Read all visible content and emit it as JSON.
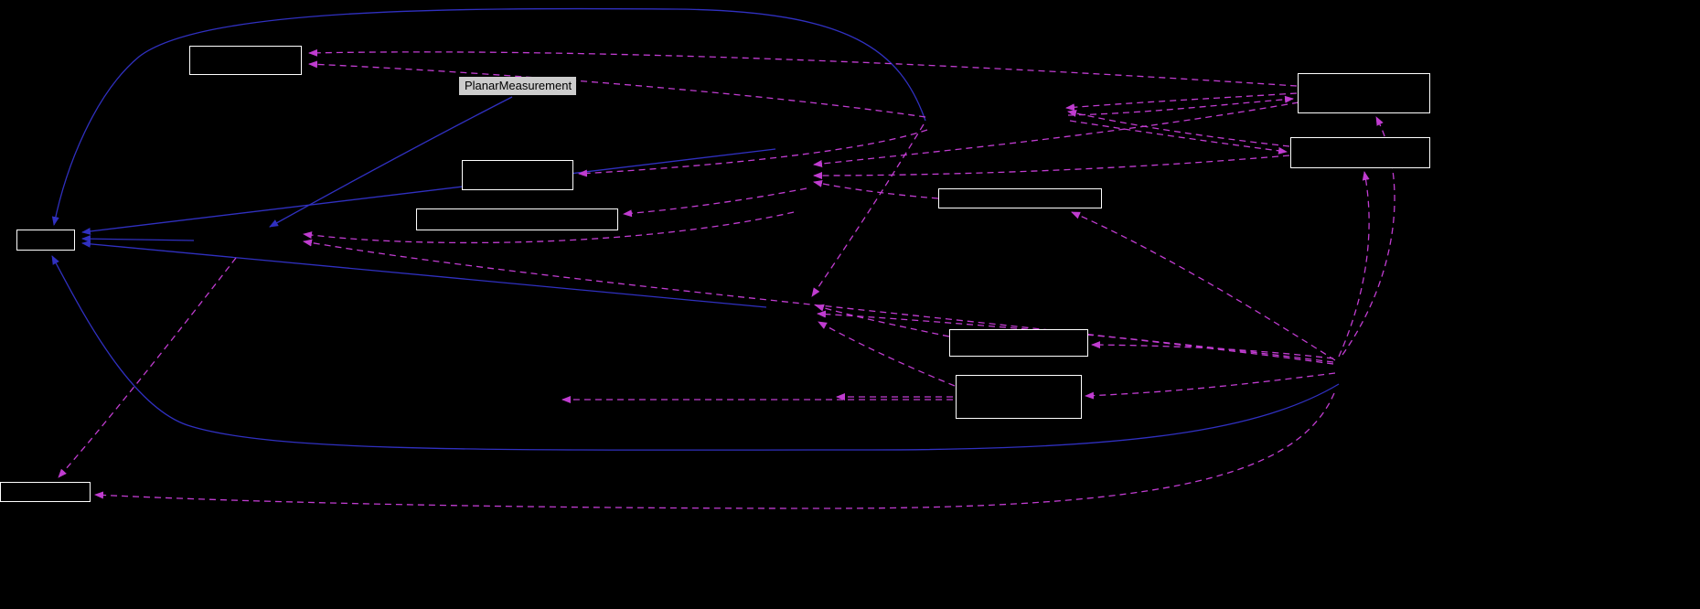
{
  "diagram": {
    "type": "collaboration-graph",
    "focus_node": {
      "label": "PlanarMeasurement"
    },
    "colors": {
      "background": "#000000",
      "node_border": "#ffffff",
      "focus_node_bg": "#cccccc",
      "focus_node_text": "#000000",
      "inheritance_edge": "#3030c0",
      "usage_edge": "#c03cd0"
    },
    "nodes": [
      {
        "id": "node-top-left",
        "label": ""
      },
      {
        "id": "node-mid-upper",
        "label": ""
      },
      {
        "id": "node-mid-wide",
        "label": ""
      },
      {
        "id": "node-left-small",
        "label": ""
      },
      {
        "id": "node-right-top",
        "label": ""
      },
      {
        "id": "node-right-second",
        "label": ""
      },
      {
        "id": "node-mid-right-wide",
        "label": ""
      },
      {
        "id": "node-right-mid",
        "label": ""
      },
      {
        "id": "node-right-lower",
        "label": ""
      },
      {
        "id": "node-bottom-left",
        "label": ""
      }
    ]
  }
}
